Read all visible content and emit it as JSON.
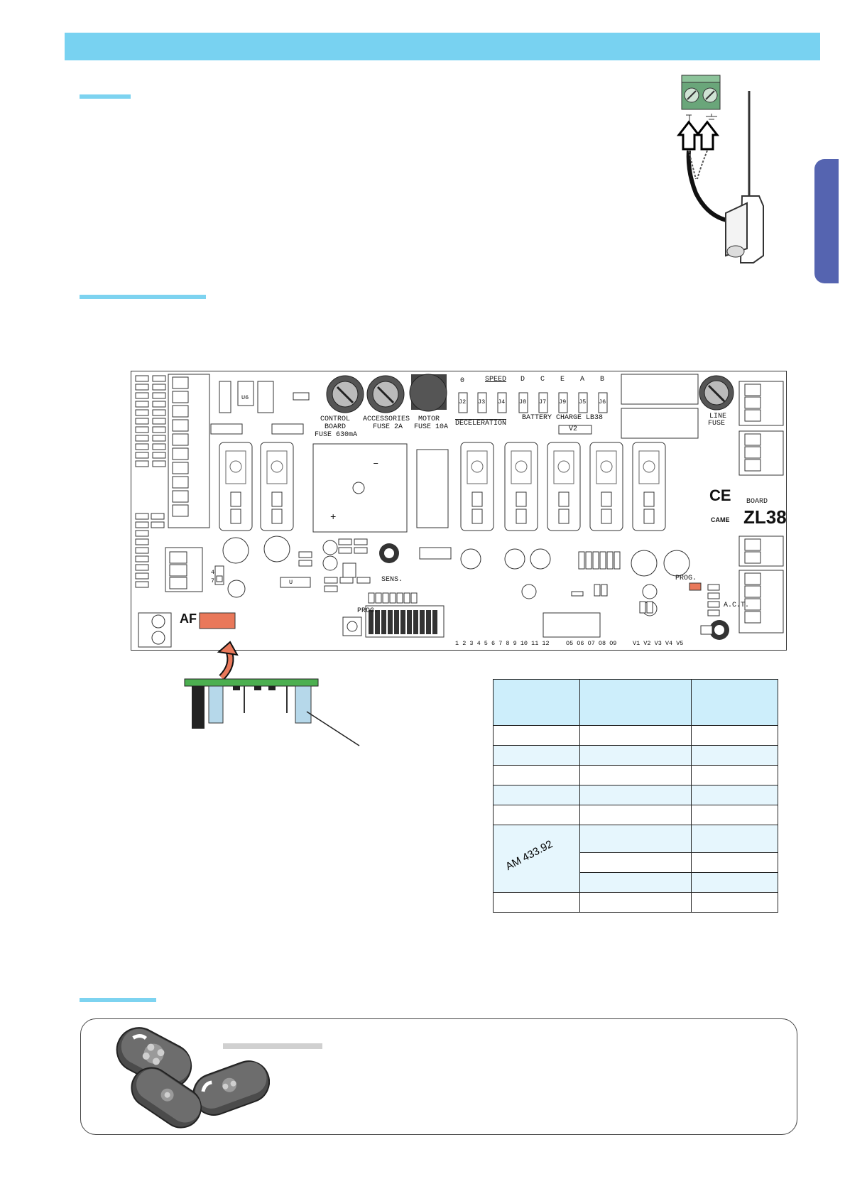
{
  "board": {
    "labels": {
      "control_board": "CONTROL",
      "control_board2": "BOARD",
      "fuse_630": "FUSE 630mA",
      "accessories": "ACCESSORIES",
      "fuse_2a": "FUSE 2A",
      "motor": "MOTOR",
      "fuse_10a": "FUSE 10A",
      "speed": "SPEED",
      "deceleration": "DECELERATION",
      "battery_charge": "BATTERY CHARGE LB38",
      "v2": "V2",
      "line": "LINE",
      "fuse": "FUSE",
      "board_word": "BOARD",
      "model": "ZL38",
      "came": "CAME",
      "ce": "CE",
      "sens": "SENS.",
      "prog": "PROG.",
      "prog2": "PROG.",
      "act": "A.C.T.",
      "af": "AF",
      "u6": "U6",
      "u": "U",
      "plus": "+",
      "minus": "–",
      "j0": "0",
      "jd": "D",
      "jc": "C",
      "je": "E",
      "ja": "A",
      "jb": "B",
      "j2": "J2",
      "j3": "J3",
      "j4": "J4",
      "j8": "J8",
      "j7": "J7",
      "j9": "J9",
      "j5": "J5",
      "j6": "J6",
      "dip_numbers": "1 2 3 4 5 6 7 8 9 10 11 12",
      "bottom_codes": "O5 O6 O7 O8 O9",
      "bottom_v": "V1 V2 V3 V4 V5",
      "pin4": "4",
      "pin7": "7"
    }
  },
  "table": {
    "merged_label": "AM 433.92"
  },
  "colors": {
    "header": "#78d2f1",
    "section_line": "#7dd3f0",
    "side_tab": "#5564b0",
    "table_header": "#cdeefb",
    "af_connector": "#e9785a",
    "antenna_terminal": "#6aa67a",
    "pcb_green": "#4caf50"
  }
}
